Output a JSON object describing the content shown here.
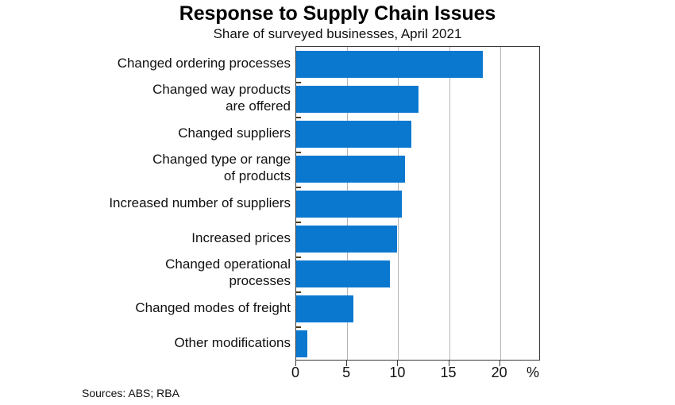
{
  "chart_data": {
    "type": "bar",
    "orientation": "horizontal",
    "title": "Response to Supply Chain Issues",
    "subtitle": "Share of surveyed businesses, April 2021",
    "xlabel": "%",
    "ylabel": "",
    "xlim": [
      0,
      24
    ],
    "xticks": [
      0,
      5,
      10,
      15,
      20
    ],
    "xtick_labels": [
      "0",
      "5",
      "10",
      "15",
      "20"
    ],
    "grid": "vertical",
    "legend": "none",
    "bar_color": "#0b78d0",
    "categories": [
      "Changed ordering processes",
      "Changed way products\nare offered",
      "Changed suppliers",
      "Changed type or range\nof products",
      "Increased number of suppliers",
      "Increased prices",
      "Changed operational\nprocesses",
      "Changed modes of freight",
      "Other modifications"
    ],
    "values": [
      18.3,
      12.0,
      11.3,
      10.7,
      10.4,
      9.9,
      9.2,
      5.6,
      1.1
    ],
    "source_note": "Sources: ABS; RBA"
  },
  "footer": {
    "sources": "Sources: ABS; RBA"
  },
  "axis": {
    "unit_symbol": "%"
  }
}
